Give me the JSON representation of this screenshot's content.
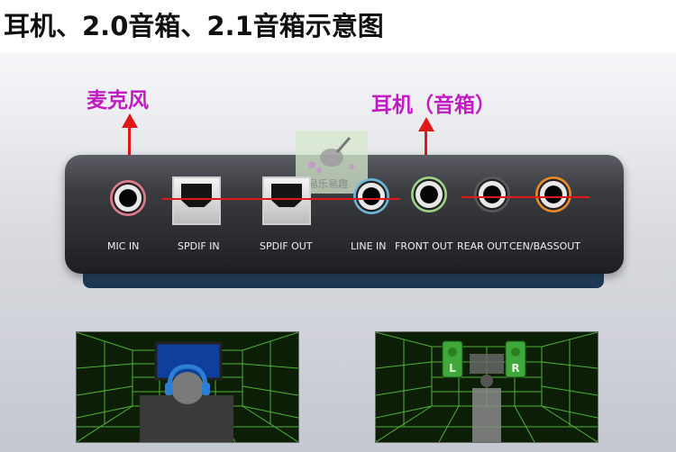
{
  "title": "耳机、2.0音箱、2.1音箱示意图",
  "callouts": {
    "mic": "麦克风",
    "headphone": "耳机（音箱）"
  },
  "watermark": "易乐易趣",
  "ports": [
    {
      "label": "MIC IN",
      "kind": "jack",
      "ring": "#e07a8c"
    },
    {
      "label": "SPDIF IN",
      "kind": "optical"
    },
    {
      "label": "SPDIF OUT",
      "kind": "optical"
    },
    {
      "label": "LINE IN",
      "kind": "jack",
      "ring": "#6fb6d8"
    },
    {
      "label": "FRONT OUT",
      "kind": "jack",
      "ring": "#9fd088"
    },
    {
      "label": "REAR OUT",
      "kind": "jack",
      "ring": "#5a5a5a"
    },
    {
      "label": "CEN/BASSOUT",
      "kind": "jack",
      "ring": "#e88a2a"
    }
  ],
  "diagrams": {
    "left": "headphone-listener",
    "right": "stereo-speakers",
    "speaker_left_label": "L",
    "speaker_right_label": "R",
    "grid_color": "#56c23a"
  },
  "colors": {
    "callout": "#c21bc4",
    "arrow": "#e01818"
  }
}
